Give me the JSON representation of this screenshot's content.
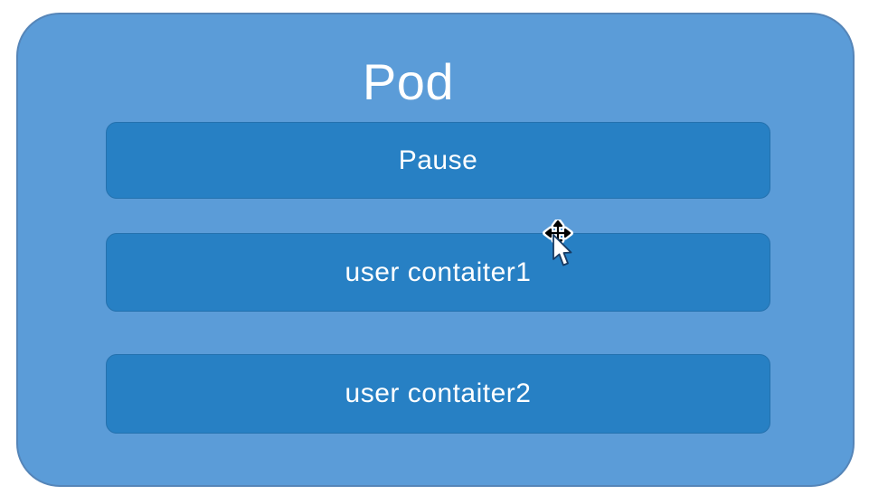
{
  "diagram": {
    "title": "Pod",
    "containers": [
      {
        "label": "Pause"
      },
      {
        "label": "user contaiter1"
      },
      {
        "label": "user contaiter2"
      }
    ]
  },
  "cursor": {
    "icon": "move-cursor",
    "description": "white arrow pointer with four-way move cross"
  },
  "colors": {
    "background": "#ffffff",
    "pod_fill": "#5b9cd8",
    "pod_border": "#5585b8",
    "container_fill": "#2780c4",
    "container_border": "#2471ae",
    "text": "#ffffff"
  }
}
